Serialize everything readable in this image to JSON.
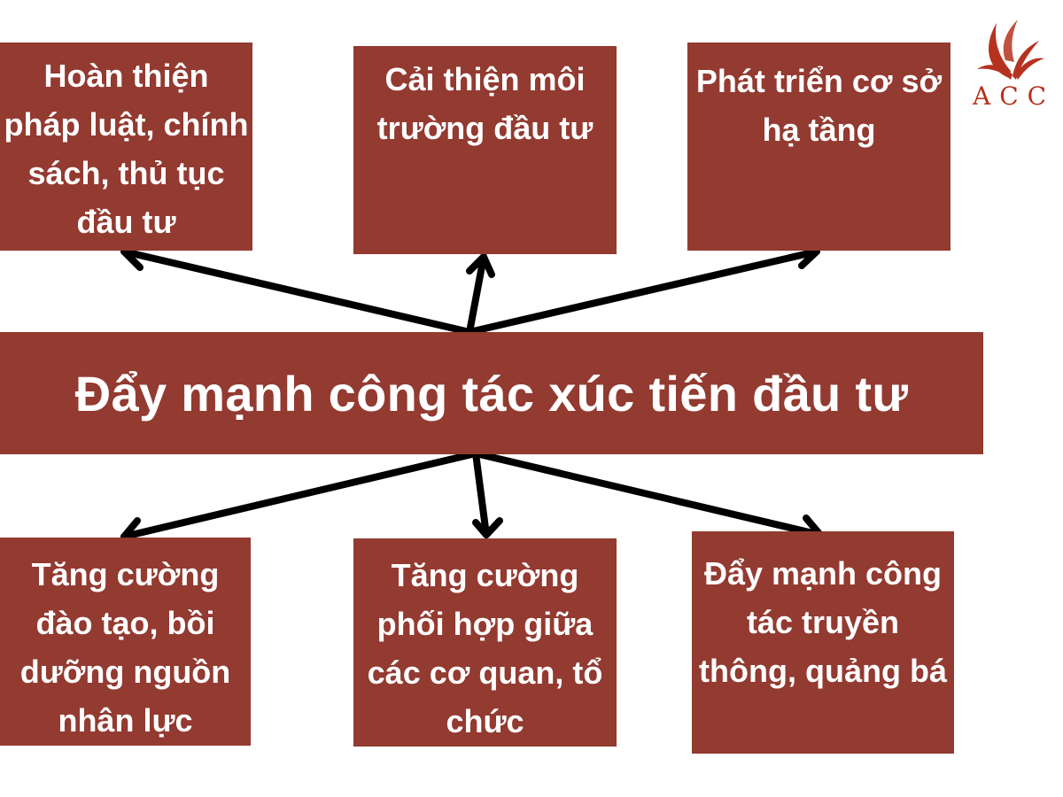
{
  "center": {
    "label": "Đẩy mạnh công tác xúc tiến đầu tư"
  },
  "boxes": {
    "top_left": "Hoàn thiện pháp luật, chính sách, thủ tục đầu tư",
    "top_middle": "Cải thiện môi trường đầu tư",
    "top_right": "Phát triển cơ sở hạ tầng",
    "bottom_left": "Tăng cường đào tạo, bồi dưỡng nguồn nhân lực",
    "bottom_middle": "Tăng cường phối hợp giữa các cơ quan, tổ chức",
    "bottom_right": "Đẩy mạnh công tác truyền thông, quảng bá"
  },
  "logo": {
    "text": "ACC",
    "color": "#b5321f"
  },
  "colors": {
    "box": "#933a31",
    "arrow": "#000000"
  }
}
